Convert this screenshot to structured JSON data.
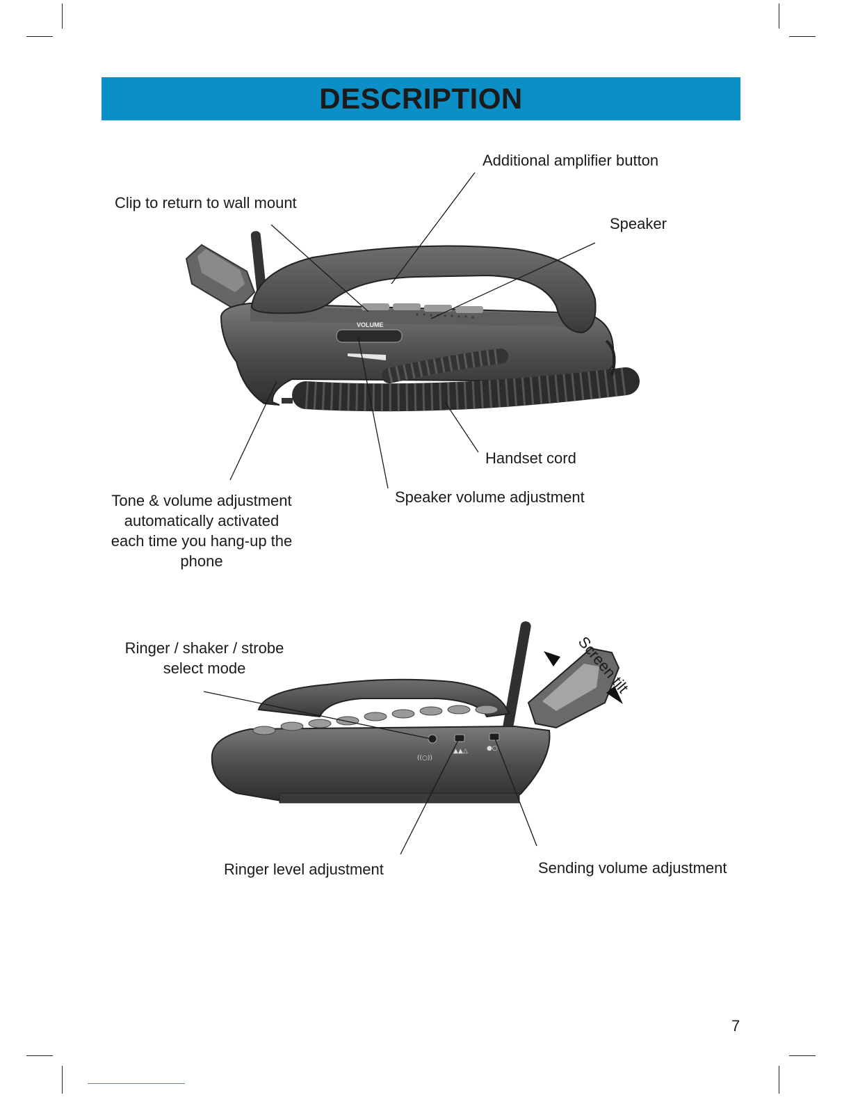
{
  "header": {
    "title": "DESCRIPTION"
  },
  "figure1": {
    "labels": {
      "amplifier": "Additional amplifier button",
      "clip": "Clip to return to wall mount",
      "speaker": "Speaker",
      "handset_cord": "Handset cord",
      "speaker_volume": "Speaker volume adjustment",
      "tone_line1": "Tone & volume adjustment",
      "tone_line2": "automatically activated",
      "tone_line3": "each time you hang-up the",
      "tone_line4": "phone"
    },
    "phone_text": {
      "volume": "VOLUME"
    }
  },
  "figure2": {
    "labels": {
      "ringer_mode_line1": "Ringer / shaker / strobe",
      "ringer_mode_line2": "select mode",
      "screen_tilt": "Screen tilt",
      "ringer_level": "Ringer level adjustment",
      "sending_volume": "Sending volume adjustment"
    }
  },
  "footer": {
    "page_number": "7"
  },
  "colors": {
    "header_bar": "#0c8ec7",
    "phone_body": "#4a4a4a"
  }
}
